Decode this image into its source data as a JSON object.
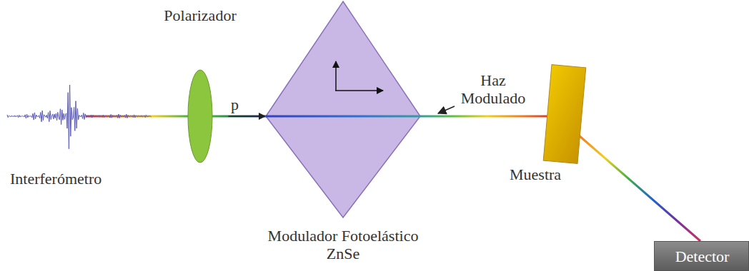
{
  "diagram": {
    "nodes": [
      {
        "text": [
          "Polarizador"
        ]
      },
      {
        "text": [
          "Modulador Fotoelástico ZnSe"
        ]
      },
      {
        "text": [
          "Muestra"
        ]
      },
      {
        "text": [
          "Detector"
        ]
      }
    ],
    "edges": [
      {
        "from": 0,
        "to": 1,
        "arrow": "to",
        "label": "p"
      },
      {
        "from": 1,
        "to": 2,
        "arrow": "none"
      },
      {
        "from": 2,
        "to": 3,
        "arrow": "none"
      }
    ],
    "labels": [
      "Interferómetro",
      "Haz Modulado"
    ]
  }
}
